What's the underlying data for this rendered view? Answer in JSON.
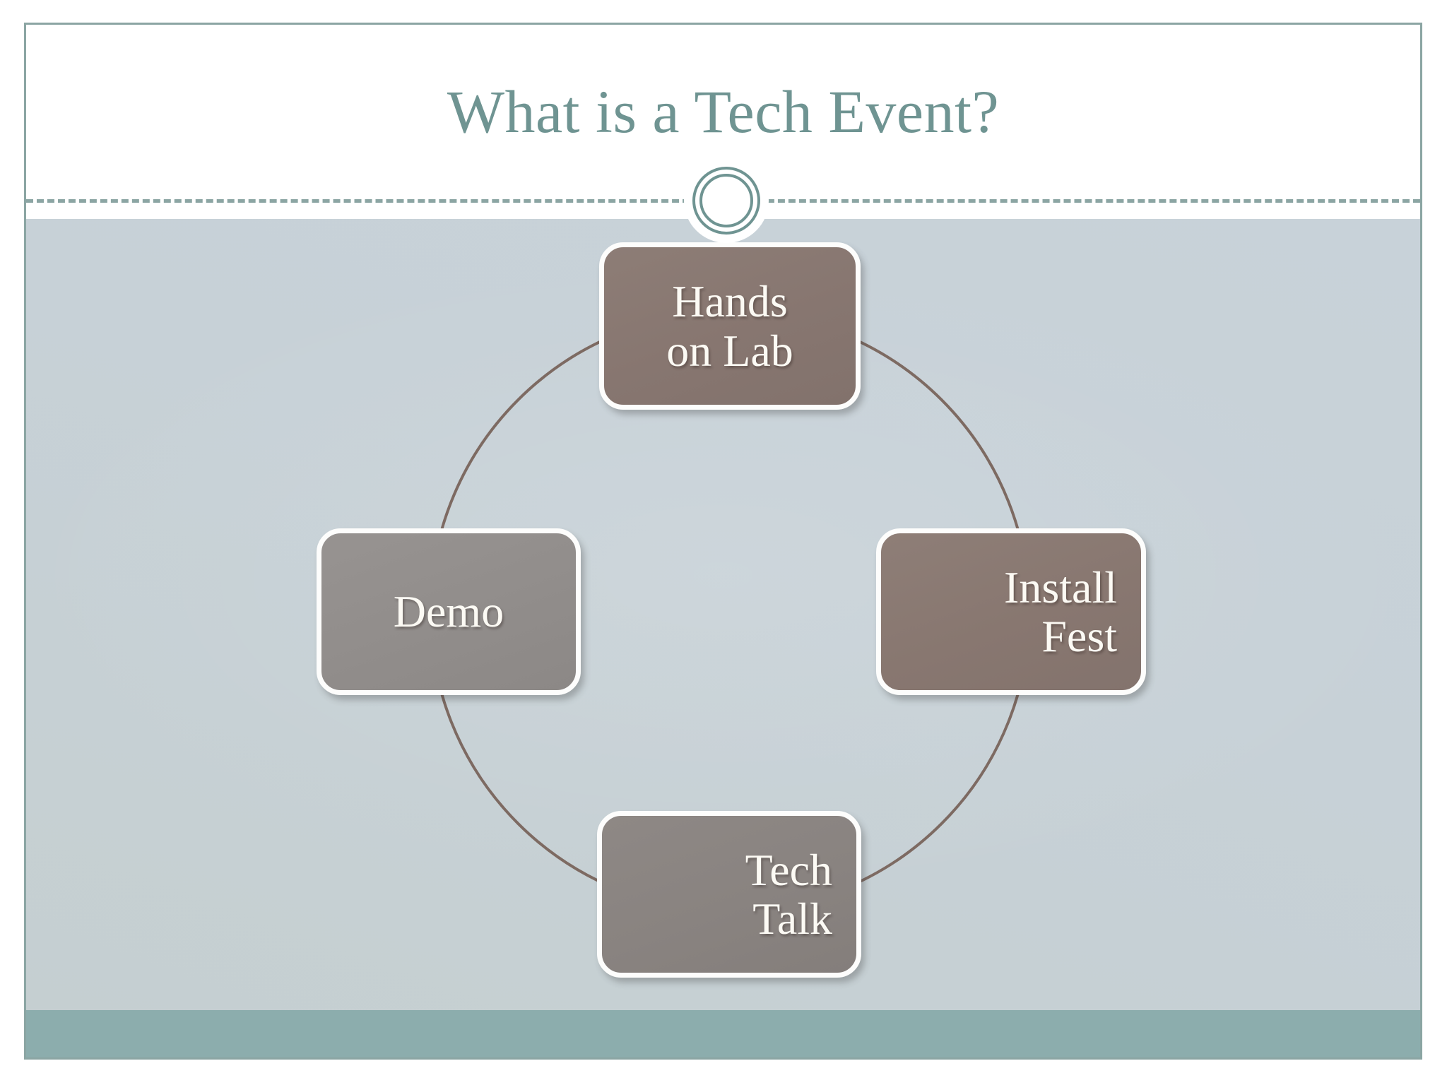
{
  "slide": {
    "title": "What is a Tech Event?",
    "accent_color": "#6f9492",
    "border_color": "#8ba5a3",
    "body_background": "#c7d1d7",
    "footer_band_color": "#8cadad",
    "node_fill_brown": "#877670",
    "node_fill_grey": "#918d8b",
    "node_border_color": "#fdfdfc",
    "node_text_color": "#fcfaf4",
    "connector_color": "#7d6a62"
  },
  "diagram": {
    "type": "cycle",
    "node_count": 4,
    "nodes": [
      {
        "id": "hands-on-lab",
        "label": "Hands\non Lab",
        "position": "top"
      },
      {
        "id": "install-fest",
        "label": "Install\nFest",
        "position": "right"
      },
      {
        "id": "tech-talk",
        "label": "Tech\nTalk",
        "position": "bottom"
      },
      {
        "id": "demo",
        "label": "Demo",
        "position": "left"
      }
    ]
  },
  "ornament": {
    "name": "double-ring-circle"
  }
}
